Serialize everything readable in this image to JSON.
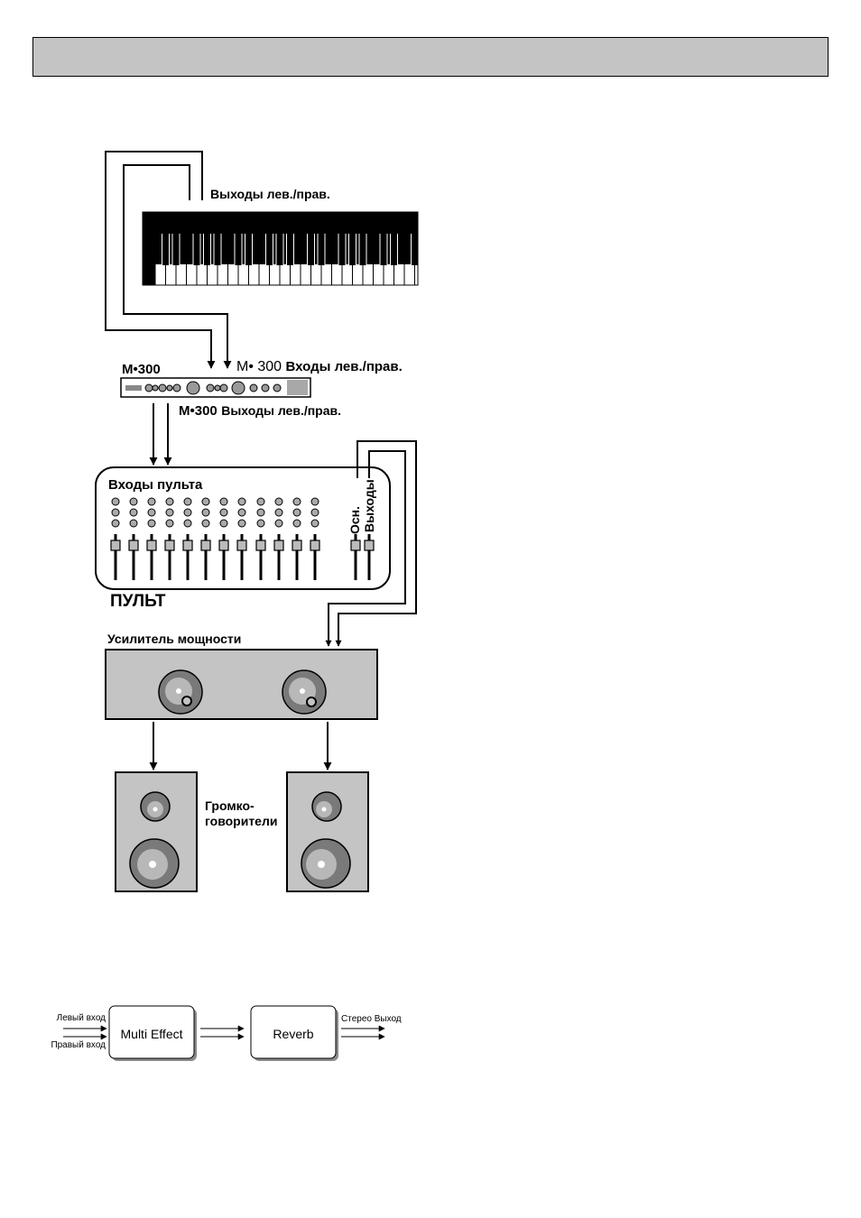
{
  "header": {
    "title": ""
  },
  "setup": {
    "keyboard_outputs": "Выходы лев./прав.",
    "m300_logo": "M•300",
    "m300_inputs_model": "M• 300",
    "m300_inputs_label": "Входы лев./прав.",
    "m300_outputs_model": "M•300",
    "m300_outputs_label": "Выходы лев./прав.",
    "mixer_inputs": "Входы пульта",
    "mixer_main_line1": "Осн.",
    "mixer_main_line2": "Выходы",
    "mixer_name": "ПУЛЬТ",
    "amplifier": "Усилитель мощности",
    "speakers_line1": "Громко-",
    "speakers_line2": "говорители"
  },
  "signal_chain": {
    "left_input": "Левый вход",
    "right_input": "Правый вход",
    "block1": "Multi Effect",
    "block2": "Reverb",
    "stereo_out": "Стерео Выход"
  },
  "colors": {
    "panel_gray": "#c4c4c4",
    "knob_dark": "#7a7a7a",
    "knob_light": "#b8b8b8",
    "line": "#000000"
  }
}
